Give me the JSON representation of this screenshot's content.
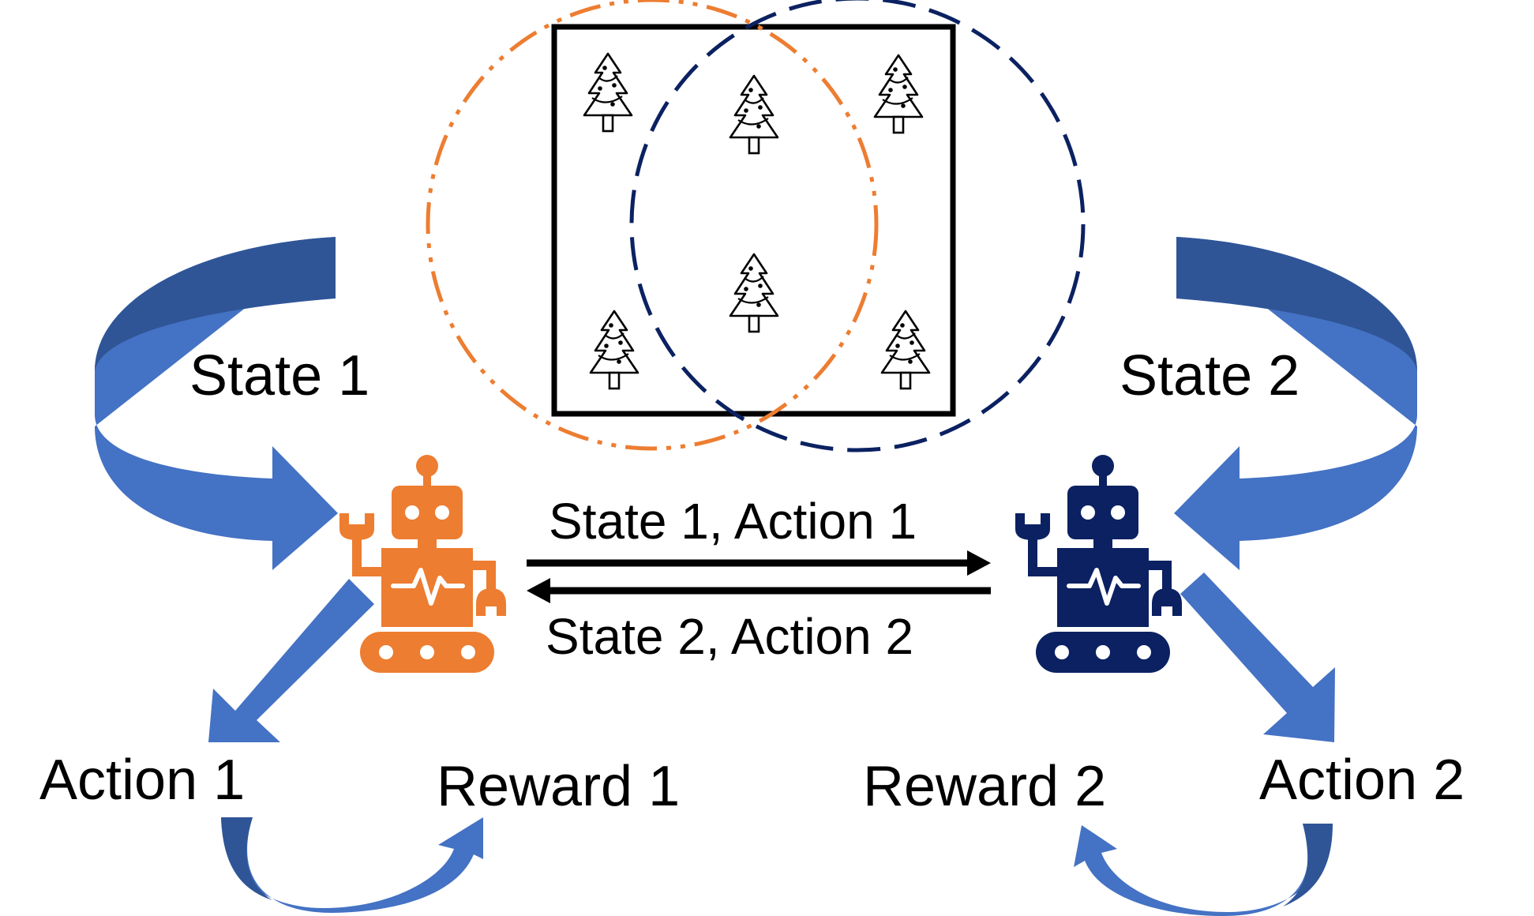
{
  "labels": {
    "state1": "State 1",
    "state2": "State 2",
    "action1": "Action 1",
    "action2": "Action 2",
    "reward1": "Reward 1",
    "reward2": "Reward 2",
    "msg_to_agent2": "State 1, Action 1",
    "msg_to_agent1": "State 2, Action 2"
  },
  "colors": {
    "agent1": "#ED7D31",
    "agent2": "#0B2161",
    "flow_arrow": "#4472C4",
    "flow_arrow_dark": "#2F5597",
    "border": "#000000"
  },
  "icons": {
    "environment_item": "tree-icon",
    "agent": "robot-icon"
  }
}
